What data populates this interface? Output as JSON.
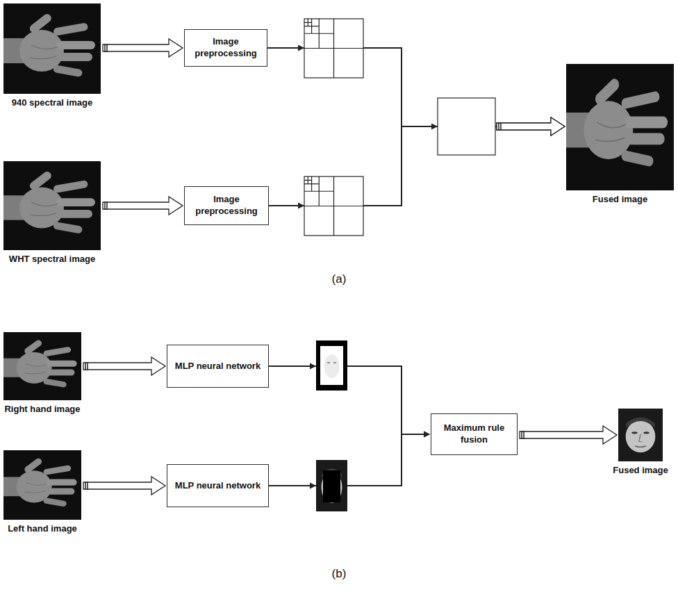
{
  "diagram": {
    "nodes": [
      {
        "text": [
          "940 spectral image"
        ]
      },
      {
        "text": [
          "Image preprocessing"
        ]
      },
      {
        "text": [
          "WHT spectral image"
        ]
      },
      {
        "text": [
          "Image preprocessing"
        ]
      },
      {
        "text": [
          "Fused image"
        ]
      },
      {
        "text": [
          "Right hand image"
        ]
      },
      {
        "text": [
          "MLP neural network"
        ]
      },
      {
        "text": [
          "Left hand image"
        ]
      },
      {
        "text": [
          "MLP neural network"
        ]
      },
      {
        "text": [
          "Maximum rule fusion"
        ]
      },
      {
        "text": [
          "Fused image"
        ]
      }
    ],
    "edges": [
      {
        "from": 0,
        "to": 1,
        "arrow": "to"
      },
      {
        "from": 2,
        "to": 3,
        "arrow": "to"
      },
      {
        "from": 1,
        "to": 4,
        "arrow": "to"
      },
      {
        "from": 3,
        "to": 4,
        "arrow": "to"
      },
      {
        "from": 5,
        "to": 6,
        "arrow": "to"
      },
      {
        "from": 7,
        "to": 8,
        "arrow": "to"
      },
      {
        "from": 6,
        "to": 9,
        "arrow": "to"
      },
      {
        "from": 8,
        "to": 9,
        "arrow": "to"
      },
      {
        "from": 9,
        "to": 10,
        "arrow": "to"
      }
    ],
    "labels": [
      "(a)",
      "(b)"
    ]
  }
}
